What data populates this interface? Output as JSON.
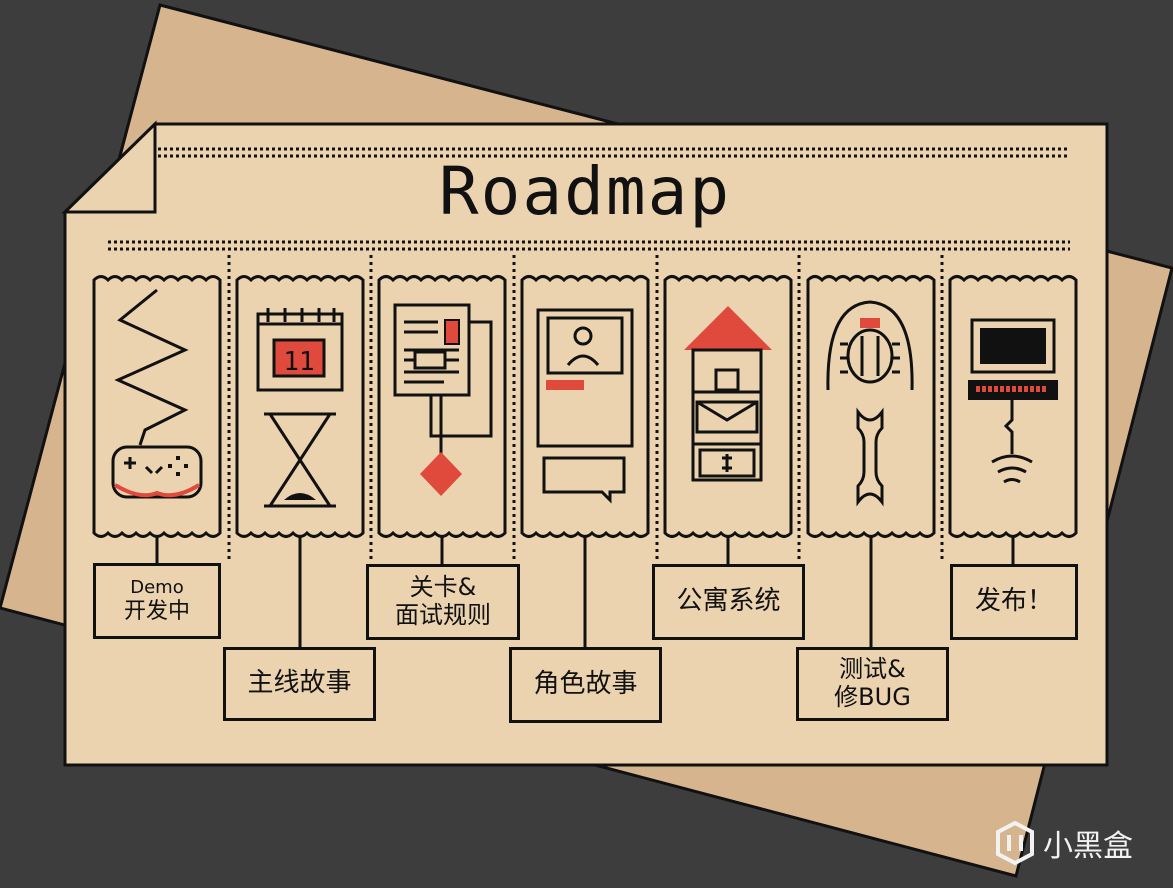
{
  "title": "Roadmap",
  "colors": {
    "background": "#3d3d3d",
    "paper": "#ecd3b0",
    "back_paper": "#d6b48e",
    "ink": "#111111",
    "accent": "#e04a3c"
  },
  "milestones": [
    {
      "icon": "gamepad-icon",
      "label_lines": [
        "Demo",
        "开发中"
      ]
    },
    {
      "icon": "calendar-hourglass-icon",
      "calendar_day": "11",
      "label_lines": [
        "主线故事"
      ]
    },
    {
      "icon": "document-diamond-icon",
      "label_lines": [
        "关卡&",
        "面试规则"
      ]
    },
    {
      "icon": "portrait-speech-icon",
      "label_lines": [
        "角色故事"
      ]
    },
    {
      "icon": "house-mail-money-icon",
      "label_lines": [
        "公寓系统"
      ]
    },
    {
      "icon": "bug-wrench-icon",
      "label_lines": [
        "测试&",
        "修BUG"
      ]
    },
    {
      "icon": "computer-signal-icon",
      "label_lines": [
        "发布！"
      ]
    }
  ],
  "watermark": {
    "icon": "xiaoheihe-logo-icon",
    "text": "小黑盒"
  }
}
